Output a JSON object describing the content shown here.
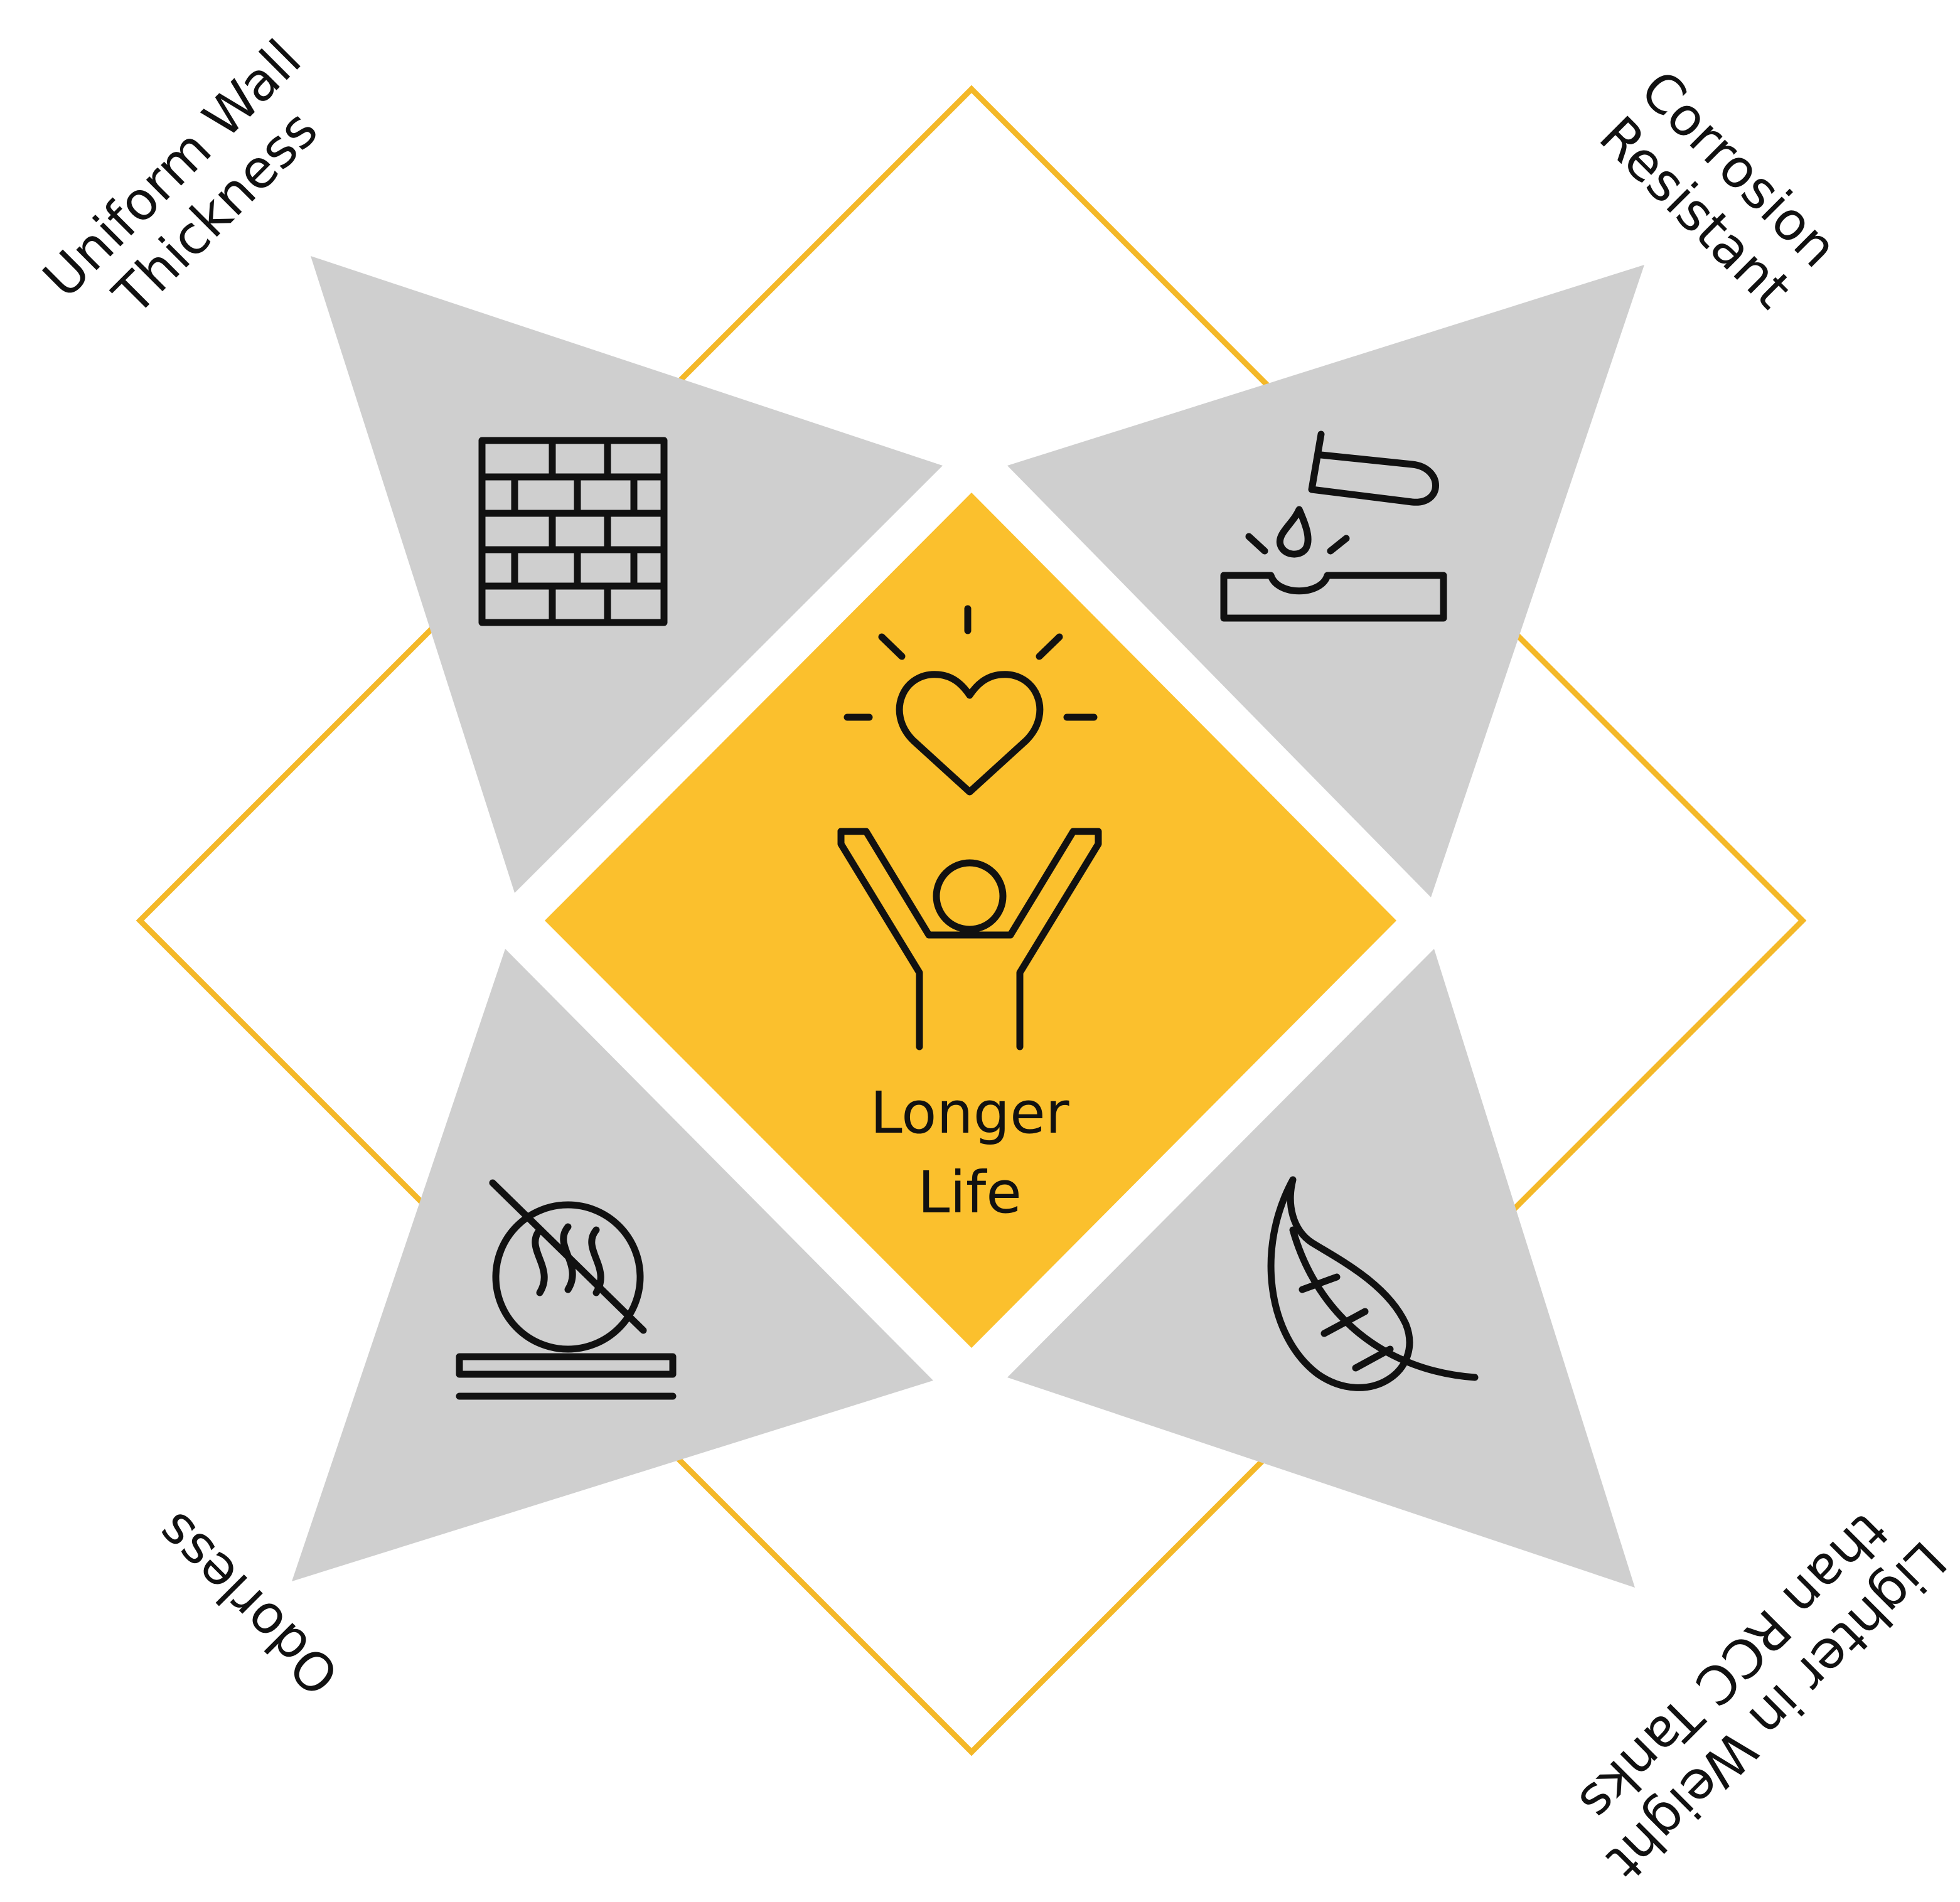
{
  "colors": {
    "accent": "#FBC02D",
    "outline": "#F4B828",
    "petal": "#CFCFCF",
    "ink": "#111111"
  },
  "center": {
    "line1": "Longer",
    "line2": "Life",
    "icon": "person-heart-icon"
  },
  "features": [
    {
      "id": "uniform-wall",
      "line1": "Uniform Wall",
      "line2": "Thickness",
      "icon": "brick-wall-icon"
    },
    {
      "id": "corrosion",
      "line1": "Corrosion",
      "line2": "Resistant",
      "icon": "acid-drop-icon"
    },
    {
      "id": "odorless",
      "line1": "Odorless",
      "icon": "no-odor-icon"
    },
    {
      "id": "lighter",
      "line1": "Lighter in Weight",
      "line2": "than RCC Tanks",
      "icon": "feather-icon"
    }
  ]
}
